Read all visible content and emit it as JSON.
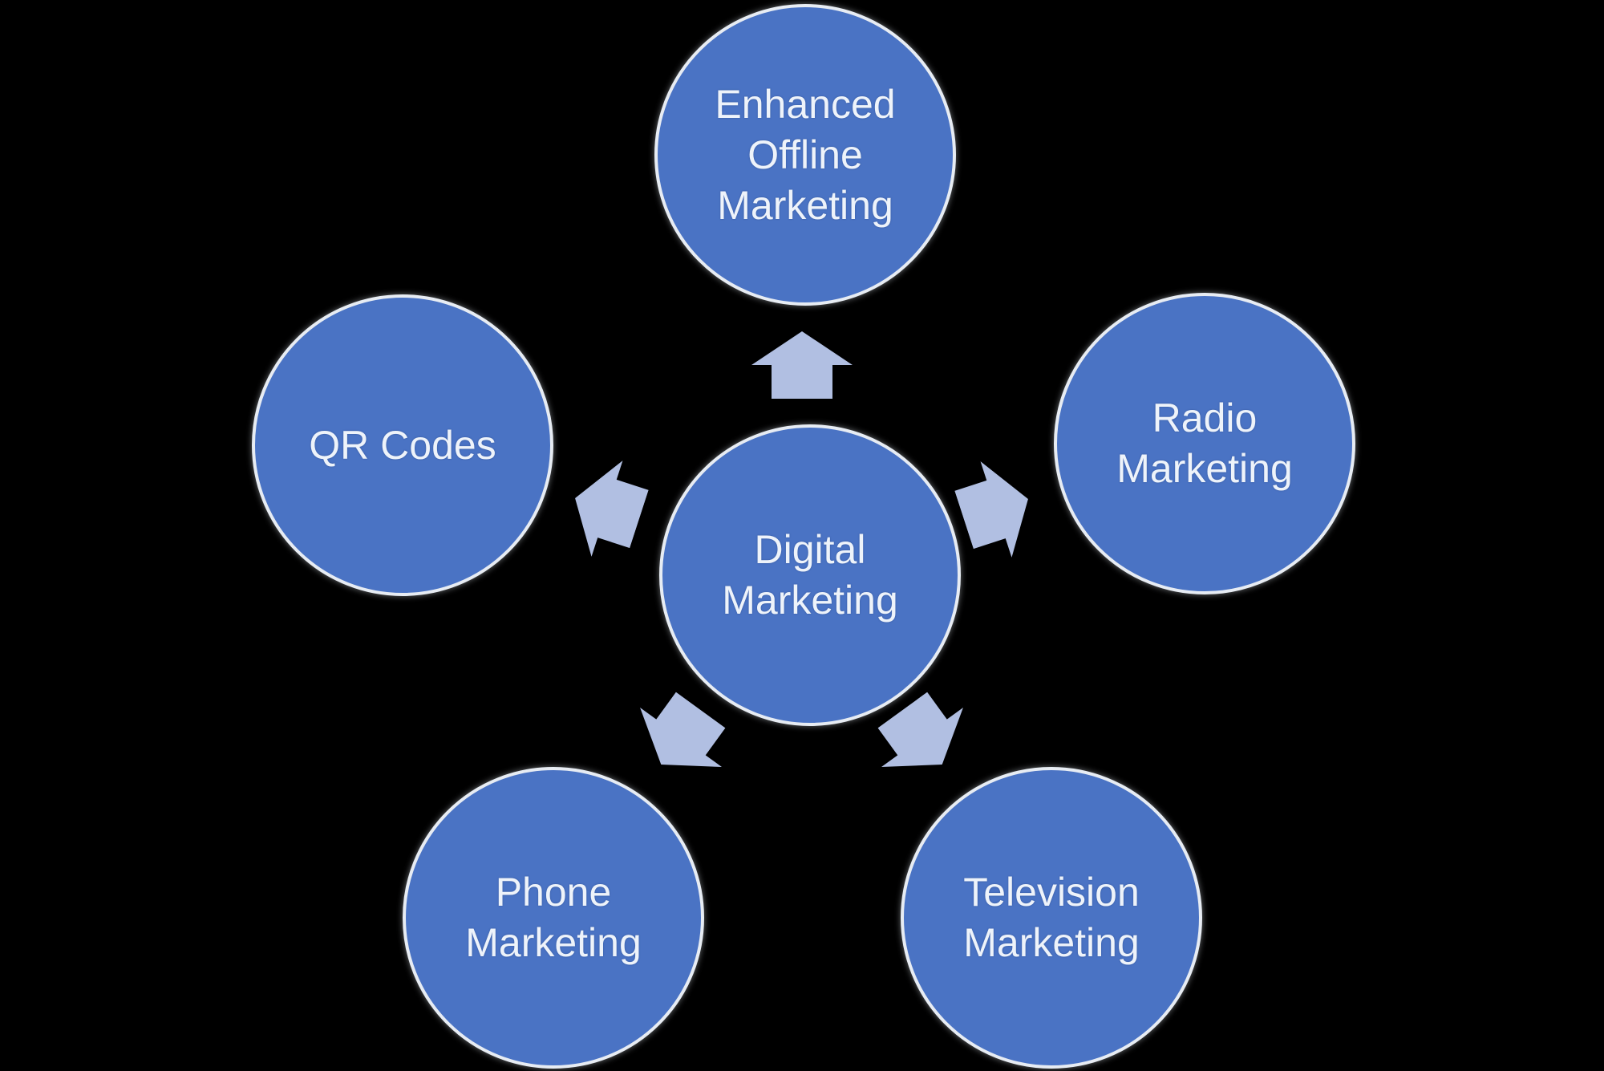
{
  "diagram": {
    "type": "radial",
    "colors": {
      "background": "#000000",
      "node_fill": "#4a73c4",
      "node_border": "#e7ecf3",
      "node_text": "#eef3fa",
      "arrow_fill": "#b1bfe2"
    },
    "center_node": {
      "label": "Digital Marketing"
    },
    "outer_nodes": {
      "top": {
        "label": "Enhanced Offline Marketing"
      },
      "left": {
        "label": "QR Codes"
      },
      "right": {
        "label": "Radio Marketing"
      },
      "bottom_left": {
        "label": "Phone Marketing"
      },
      "bottom_right": {
        "label": "Television Marketing"
      }
    }
  }
}
